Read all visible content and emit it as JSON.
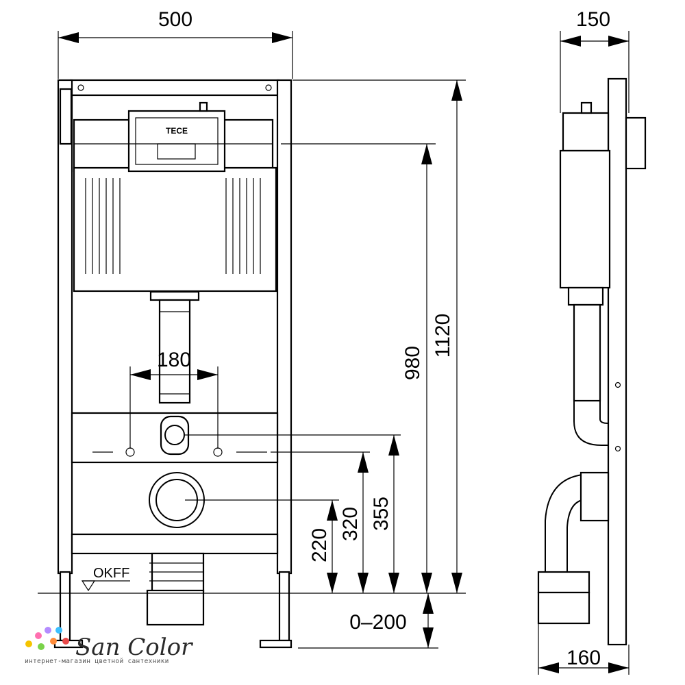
{
  "dimensions": {
    "width_front": "500",
    "depth_side_top": "150",
    "depth_side_bottom": "160",
    "height_total": "1120",
    "height_flush": "980",
    "pipe_spacing": "180",
    "height_355": "355",
    "height_320": "320",
    "height_220": "220",
    "leg_adjust": "0–200"
  },
  "labels": {
    "floor_mark": "OKFF",
    "plate_brand": "TECE"
  },
  "watermark": {
    "brand": "San Color",
    "tagline": "интернет-магазин цветной сантехники"
  }
}
